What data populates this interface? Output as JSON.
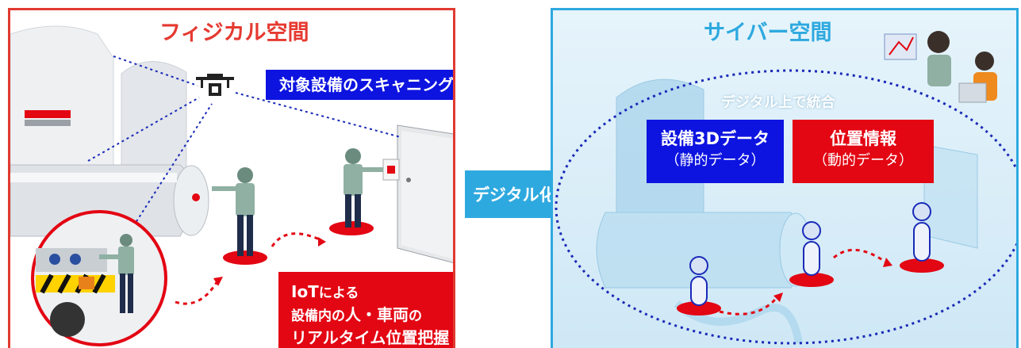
{
  "physical": {
    "title": "フィジカル空間",
    "scan_label": "対象設備のスキャニング",
    "iot_line1_bold": "IoT",
    "iot_line1_rest": "による",
    "iot_line2_a": "設備内の",
    "iot_line2_b": "人・車両",
    "iot_line2_c": "の",
    "iot_line3": "リアルタイム位置把握"
  },
  "arrow": {
    "label": "デジタル化"
  },
  "cyber": {
    "title": "サイバー空間",
    "integrate_label": "デジタル上で統合",
    "static_title": "設備3Dデータ",
    "static_sub": "（静的データ）",
    "dynamic_title": "位置情報",
    "dynamic_sub": "（動的データ）"
  },
  "colors": {
    "physical_accent": "#e53a31",
    "cyber_accent": "#2ea9df",
    "blue_box": "#0d14e0",
    "red_box": "#e30613"
  }
}
